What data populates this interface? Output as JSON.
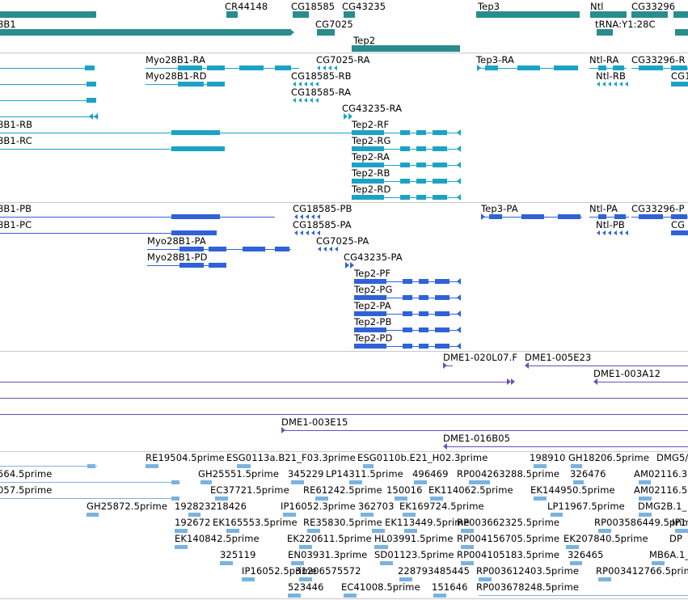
{
  "colors": {
    "gene": "#2a8c8c",
    "transcript_a": "#1ba3c6",
    "transcript_b": "#2f62d6",
    "clone": "#6f4fb8",
    "est": "#7ab3e0",
    "divider": "#c8c8c8"
  },
  "tracks": {
    "genes": {
      "features": [
        {
          "label": "CR44148"
        },
        {
          "label": "CG18585"
        },
        {
          "label": "CG43235"
        },
        {
          "label": "Tep3"
        },
        {
          "label": "Ntl"
        },
        {
          "label": "CG33296"
        },
        {
          "label": "8B1"
        },
        {
          "label": "CG7025"
        },
        {
          "label": "tRNA:Y1:28C"
        },
        {
          "label": "Tep2"
        }
      ]
    },
    "transcripts_a": {
      "features": [
        {
          "label": "Myo28B1-RA"
        },
        {
          "label": "CG7025-RA"
        },
        {
          "label": "Tep3-RA"
        },
        {
          "label": "Ntl-RA"
        },
        {
          "label": "CG33296-R"
        },
        {
          "label": "Myo28B1-RD"
        },
        {
          "label": "CG18585-RB"
        },
        {
          "label": "Ntl-RB"
        },
        {
          "label": "CG1"
        },
        {
          "label": "CG18585-RA"
        },
        {
          "label": "CG43235-RA"
        },
        {
          "label": "8B1-RB"
        },
        {
          "label": "Tep2-RF"
        },
        {
          "label": "8B1-RC"
        },
        {
          "label": "Tep2-RG"
        },
        {
          "label": "Tep2-RA"
        },
        {
          "label": "Tep2-RB"
        },
        {
          "label": "Tep2-RD"
        }
      ]
    },
    "transcripts_b": {
      "features": [
        {
          "label": "8B1-PB"
        },
        {
          "label": "CG18585-PB"
        },
        {
          "label": "Tep3-PA"
        },
        {
          "label": "Ntl-PA"
        },
        {
          "label": "CG33296-P"
        },
        {
          "label": "8B1-PC"
        },
        {
          "label": "CG18585-PA"
        },
        {
          "label": "Ntl-PB"
        },
        {
          "label": "CG"
        },
        {
          "label": "Myo28B1-PA"
        },
        {
          "label": "CG7025-PA"
        },
        {
          "label": "Myo28B1-PD"
        },
        {
          "label": "CG43235-PA"
        },
        {
          "label": "Tep2-PF"
        },
        {
          "label": "Tep2-PG"
        },
        {
          "label": "Tep2-PA"
        },
        {
          "label": "Tep2-PB"
        },
        {
          "label": "Tep2-PD"
        }
      ]
    },
    "clones": {
      "features": [
        {
          "label": "DME1-020L07.F"
        },
        {
          "label": "DME1-005E23"
        },
        {
          "label": "DME1-003A12"
        },
        {
          "label": "DME1-003E15"
        },
        {
          "label": "DME1-016B05"
        }
      ]
    },
    "ests": {
      "features": [
        {
          "label": "RE19504.5prime"
        },
        {
          "label": "ESG0113a.B21_F03.3prime"
        },
        {
          "label": "ESG0110b.E21_H02.3prime"
        },
        {
          "label": "198910"
        },
        {
          "label": "GH18206.5prime"
        },
        {
          "label": "DMG5/"
        },
        {
          "label": "564.5prime"
        },
        {
          "label": "GH25551.5prime"
        },
        {
          "label": "345229"
        },
        {
          "label": "LP14311.5prime"
        },
        {
          "label": "496469"
        },
        {
          "label": "RP004263288.5prime"
        },
        {
          "label": "326476"
        },
        {
          "label": "AM02116.3"
        },
        {
          "label": "057.5prime"
        },
        {
          "label": "EC37721.5prime"
        },
        {
          "label": "RE61242.5prime"
        },
        {
          "label": "150016"
        },
        {
          "label": "EK114062.5prime"
        },
        {
          "label": "EK144950.5prime"
        },
        {
          "label": "AM02116.5"
        },
        {
          "label": "GH25872.5prime"
        },
        {
          "label": "192823218426"
        },
        {
          "label": "IP16052.3prime"
        },
        {
          "label": "362703"
        },
        {
          "label": "EK169724.5prime"
        },
        {
          "label": "LP11967.5prime"
        },
        {
          "label": "DMG2B.1_"
        },
        {
          "label": "192672"
        },
        {
          "label": "EK165553.5prime"
        },
        {
          "label": "RE35830.5prime"
        },
        {
          "label": "EK113449.5prime"
        },
        {
          "label": "RP003662325.5prime"
        },
        {
          "label": "RP003586449.5prime"
        },
        {
          "label": "IP1"
        },
        {
          "label": "EK140842.5prime"
        },
        {
          "label": "EK220611.5prime"
        },
        {
          "label": "HL03991.5prime"
        },
        {
          "label": "RP004156705.5prime"
        },
        {
          "label": "EK207840.5prime"
        },
        {
          "label": "DP"
        },
        {
          "label": "325119"
        },
        {
          "label": "EN03931.3prime"
        },
        {
          "label": "SD01123.5prime"
        },
        {
          "label": "RP004105183.5prime"
        },
        {
          "label": "326465"
        },
        {
          "label": "MB6A.1_"
        },
        {
          "label": "IP16052.5prime"
        },
        {
          "label": "31206575572"
        },
        {
          "label": "228793485445"
        },
        {
          "label": "RP003612403.5prime"
        },
        {
          "label": "RP003412766.5prime"
        },
        {
          "label": "523446"
        },
        {
          "label": "EC41008.5prime"
        },
        {
          "label": "151646"
        },
        {
          "label": "RP003678248.5prime"
        }
      ]
    }
  }
}
